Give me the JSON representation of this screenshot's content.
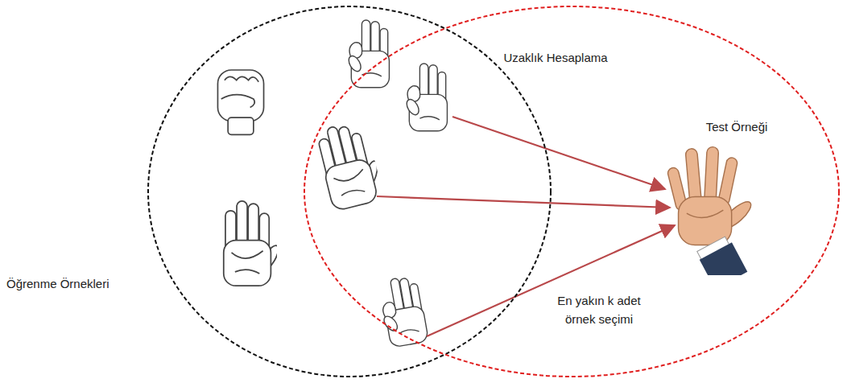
{
  "diagram": {
    "nodes": [
      {
        "text": [
          "Öğrenme Örnekleri"
        ]
      },
      {
        "text": [
          "Uzaklık Hesaplama"
        ]
      },
      {
        "text": [
          "Test Örneği"
        ],
        "in": 1
      }
    ],
    "labels": [
      "En yakın k adet örnek seçimi"
    ]
  }
}
